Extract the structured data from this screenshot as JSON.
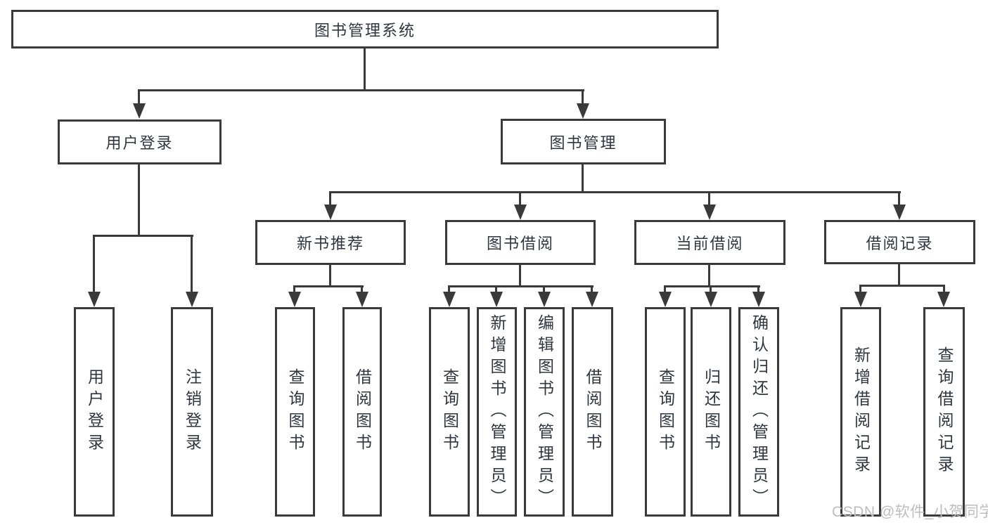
{
  "diagram": {
    "tree": {
      "root": {
        "label": "图书管理系统",
        "children": [
          {
            "label": "用户登录",
            "children": [
              {
                "label": "用户登录"
              },
              {
                "label": "注销登录"
              }
            ]
          },
          {
            "label": "图书管理",
            "children": [
              {
                "label": "新书推荐",
                "children": [
                  {
                    "label": "查询图书"
                  },
                  {
                    "label": "借阅图书"
                  }
                ]
              },
              {
                "label": "图书借阅",
                "children": [
                  {
                    "label": "查询图书"
                  },
                  {
                    "label": "新增图书（管理员）"
                  },
                  {
                    "label": "编辑图书（管理员）"
                  },
                  {
                    "label": "借阅图书"
                  }
                ]
              },
              {
                "label": "当前借阅",
                "children": [
                  {
                    "label": "查询图书"
                  },
                  {
                    "label": "归还图书"
                  },
                  {
                    "label": "确认归还（管理员）"
                  }
                ]
              },
              {
                "label": "借阅记录",
                "children": [
                  {
                    "label": "新增借阅记录"
                  },
                  {
                    "label": "查询借阅记录"
                  }
                ]
              }
            ]
          }
        ]
      }
    },
    "watermark": "CSDN @软件_小贺同学",
    "colors": {
      "line": "#3a3a3a",
      "text": "#2f3640",
      "watermark": "#bdbdbd",
      "background": "#ffffff"
    }
  }
}
